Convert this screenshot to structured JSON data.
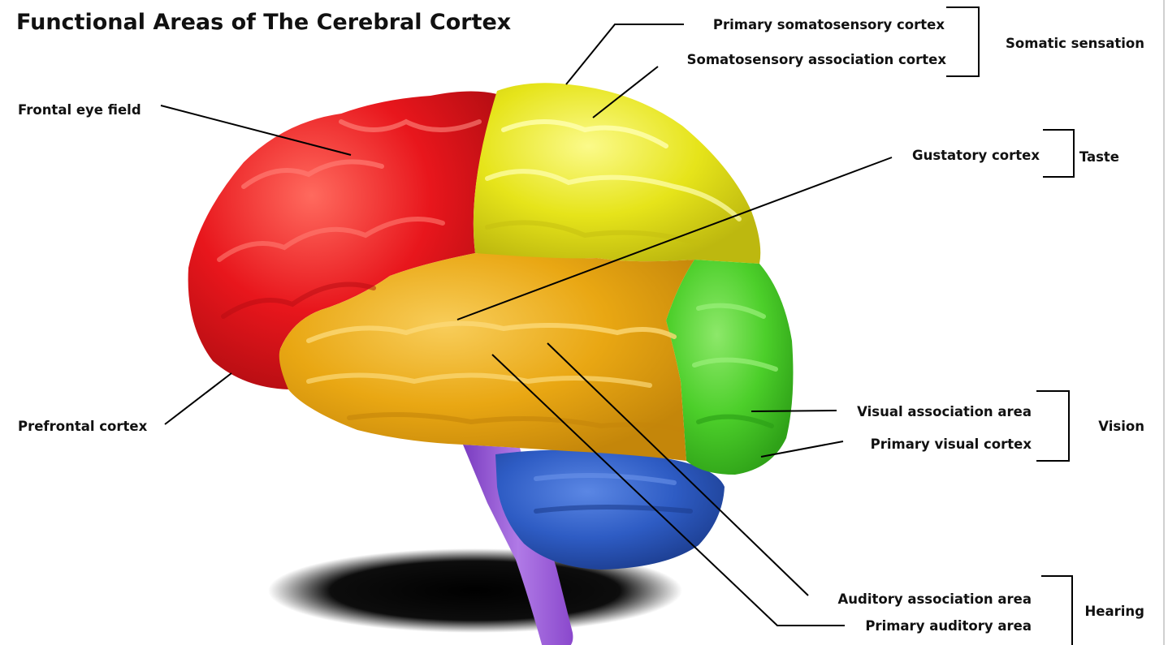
{
  "title": "Functional Areas of The Cerebral Cortex",
  "labels": {
    "primary_somatosensory": "Primary somatosensory cortex",
    "somatosensory_association": "Somatosensory association cortex",
    "frontal_eye_field": "Frontal eye field",
    "gustatory": "Gustatory cortex",
    "prefrontal": "Prefrontal cortex",
    "visual_association": "Visual association area",
    "primary_visual": "Primary visual cortex",
    "auditory_association": "Auditory association area",
    "primary_auditory": "Primary auditory area"
  },
  "groups": {
    "somatic_sensation": "Somatic sensation",
    "taste": "Taste",
    "vision": "Vision",
    "hearing": "Hearing"
  },
  "colors": {
    "frontal_lobe": "#e8161c",
    "parietal_lobe": "#e6e41a",
    "temporal_lobe": "#e9a713",
    "occipital_lobe": "#4ccf2a",
    "cerebellum": "#2e5cc4",
    "brainstem": "#9a55d6",
    "shadow": "#000000"
  }
}
